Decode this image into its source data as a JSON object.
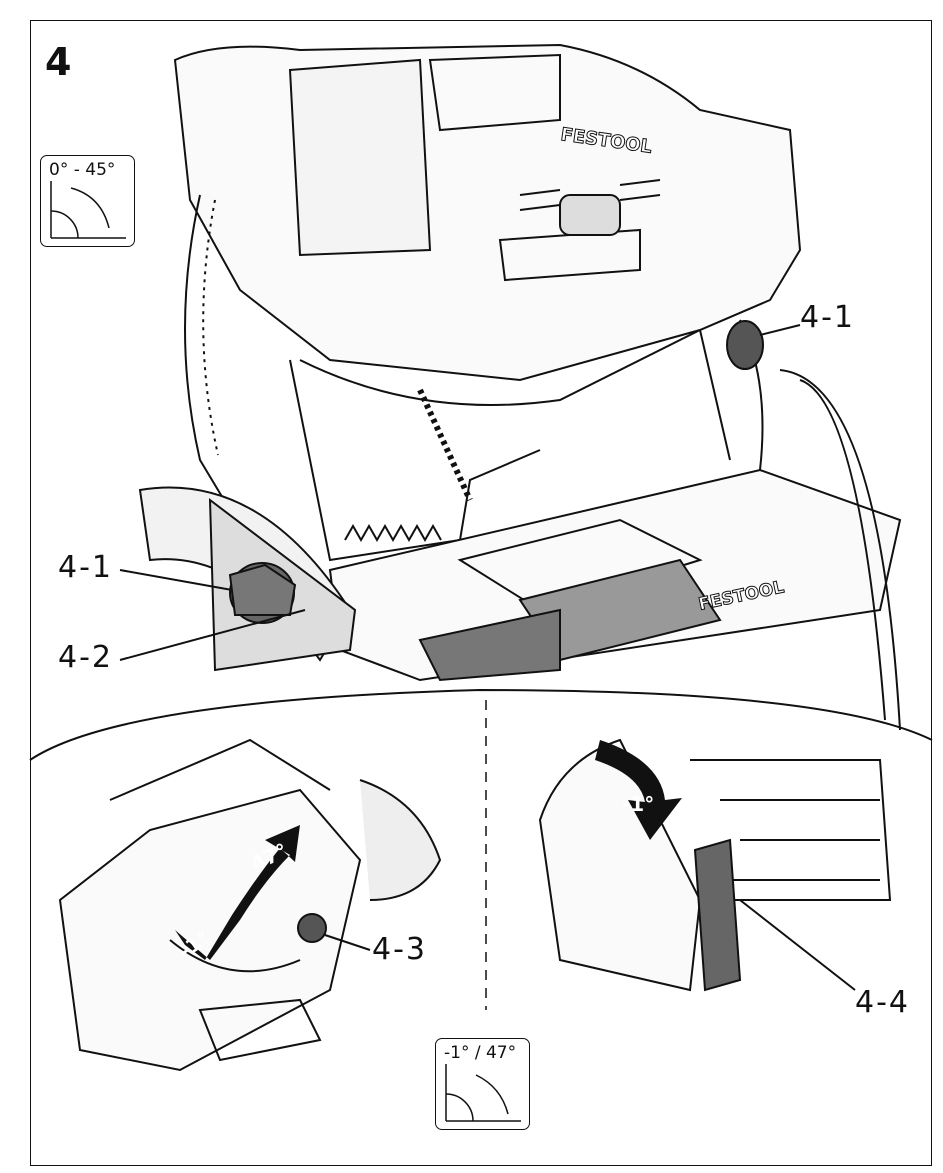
{
  "figure": {
    "number": "4"
  },
  "top_box": {
    "label": "0° - 45°"
  },
  "bottom_box": {
    "label": "-1° / 47°"
  },
  "callouts": {
    "c1_top": "4-1",
    "c1_left": "4-1",
    "c2": "4-2",
    "c3": "4-3",
    "c4": "4-4"
  },
  "angle_arrows": {
    "left_upper": "47°",
    "left_lower": "-1°",
    "right": "-1°"
  },
  "brand": {
    "text": "FESTOOL"
  },
  "colors": {
    "ink": "#111111",
    "shade": "#555555",
    "paper": "#ffffff"
  }
}
